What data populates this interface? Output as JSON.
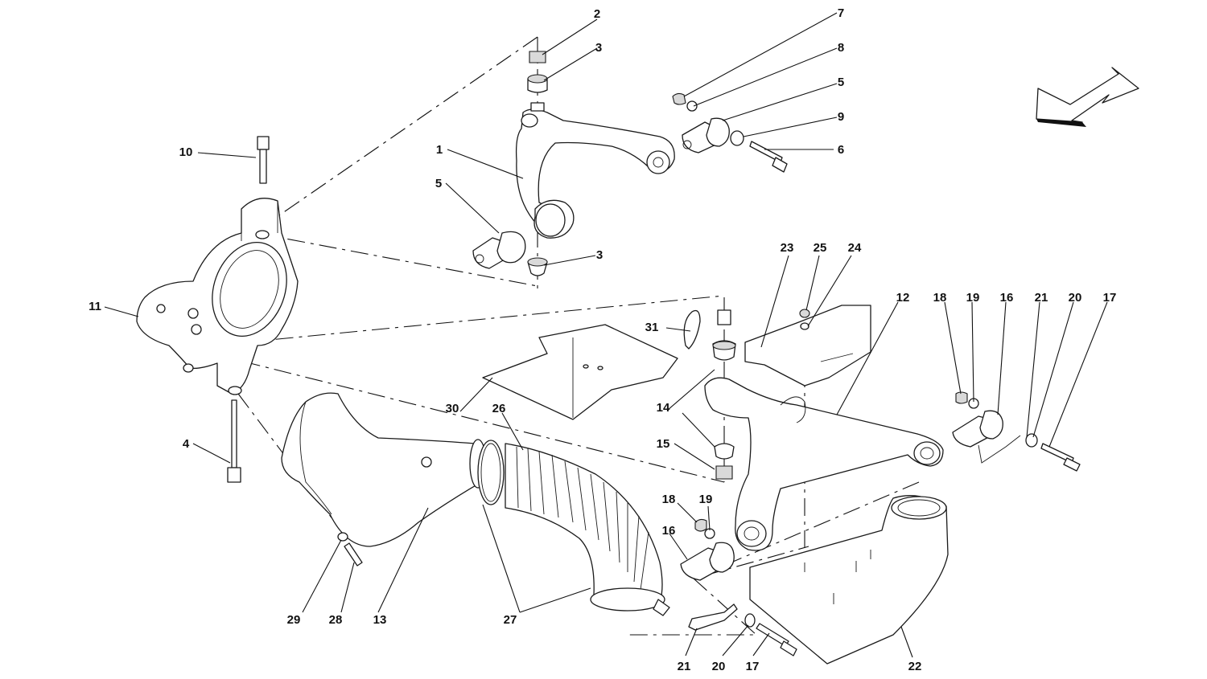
{
  "callouts": {
    "c1": "1",
    "c2": "2",
    "c3a": "3",
    "c3b": "3",
    "c4": "4",
    "c5a": "5",
    "c5b": "5",
    "c6": "6",
    "c7": "7",
    "c8": "8",
    "c9": "9",
    "c10": "10",
    "c11": "11",
    "c12": "12",
    "c13": "13",
    "c14": "14",
    "c15": "15",
    "c16a": "16",
    "c16b": "16",
    "c17a": "17",
    "c17b": "17",
    "c18a": "18",
    "c18b": "18",
    "c19a": "19",
    "c19b": "19",
    "c20a": "20",
    "c20b": "20",
    "c21a": "21",
    "c21b": "21",
    "c22": "22",
    "c23": "23",
    "c24": "24",
    "c25": "25",
    "c26": "26",
    "c27": "27",
    "c28": "28",
    "c29": "29",
    "c30": "30",
    "c31": "31"
  }
}
